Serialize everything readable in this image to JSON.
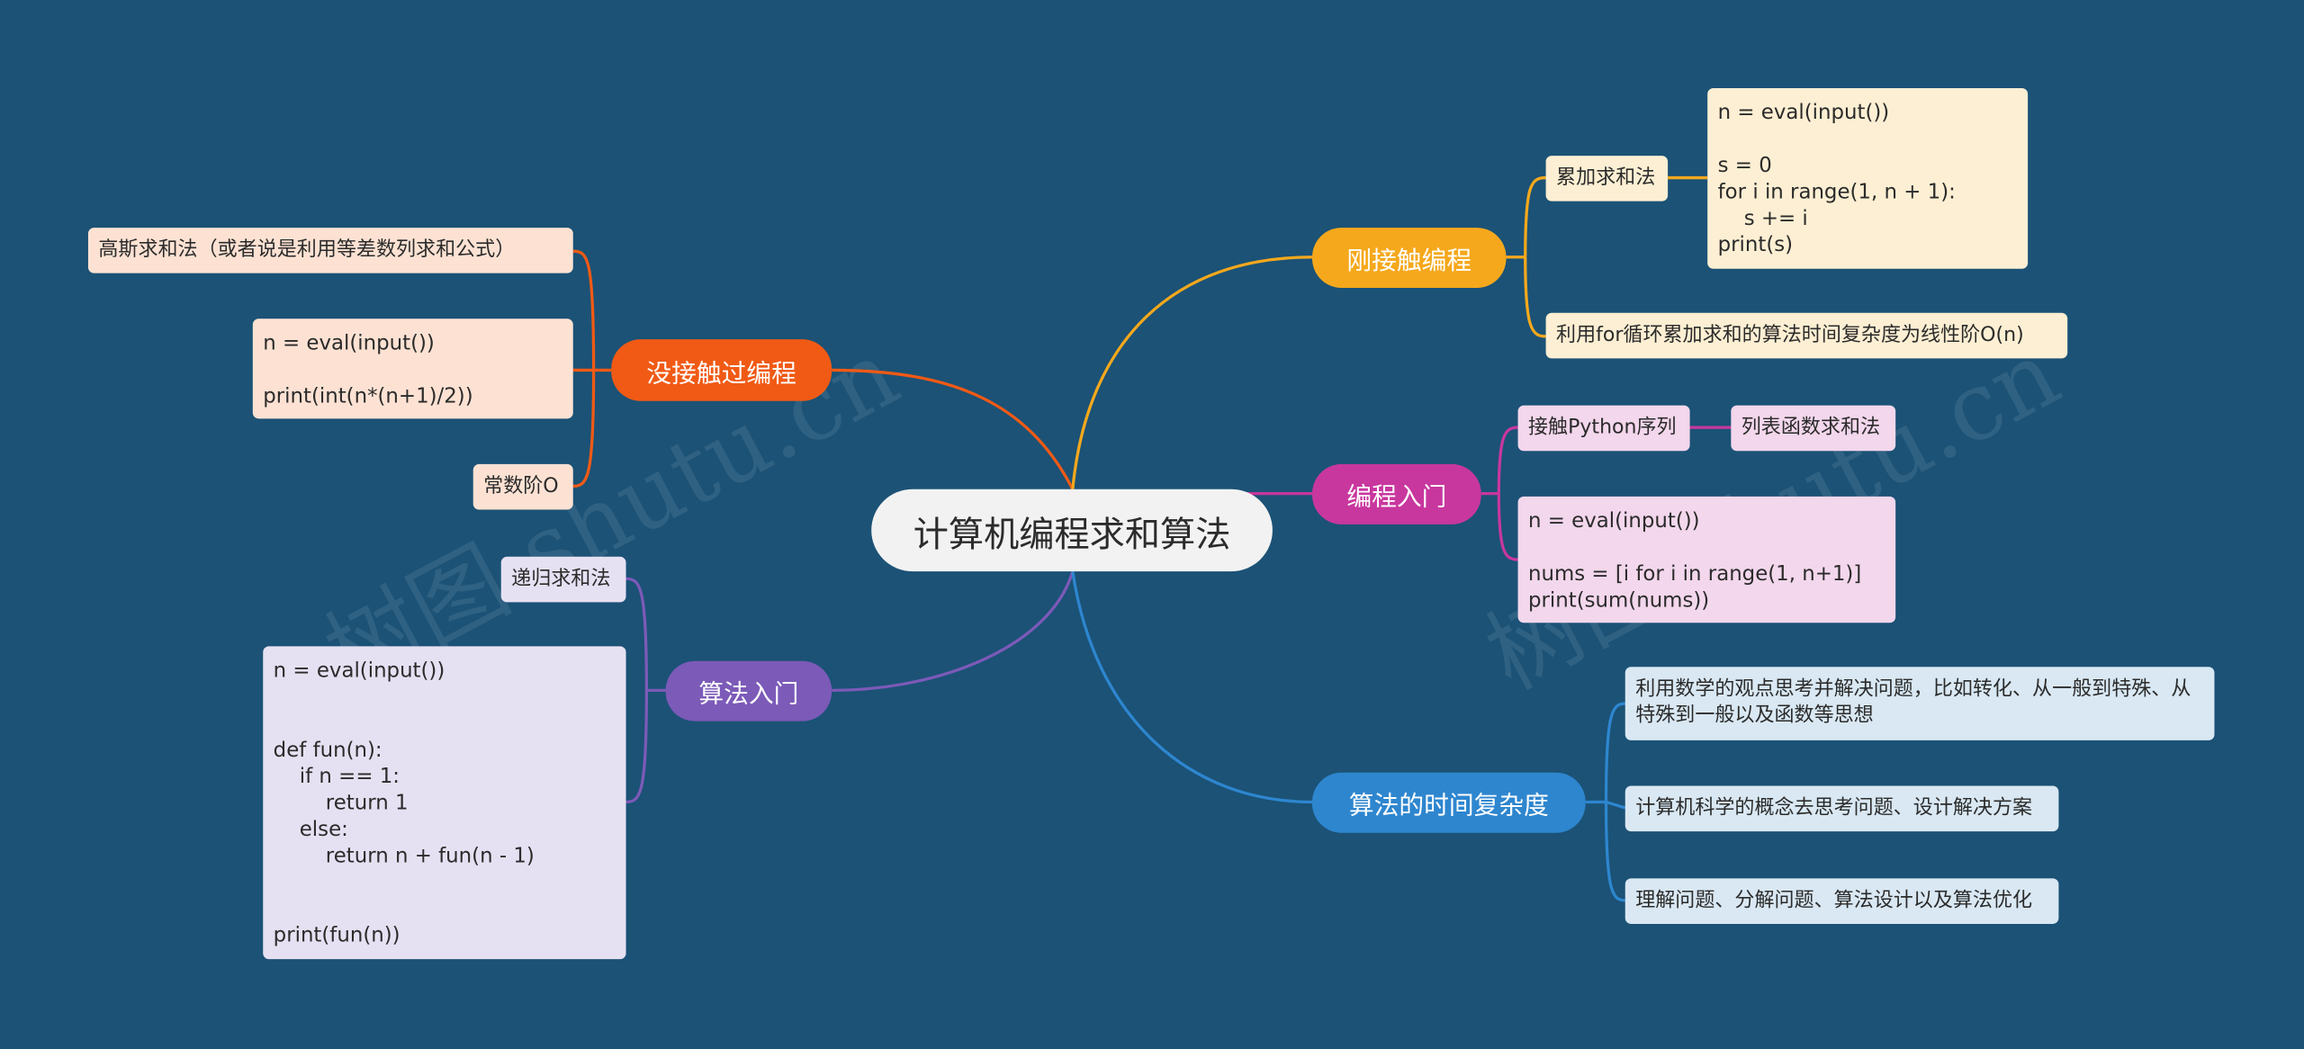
{
  "central": "计算机编程求和算法",
  "watermark": "树图 shutu.cn",
  "colors": {
    "background": "#1b5276",
    "orange": "#f05a15",
    "yellow": "#f5a81c",
    "pink": "#c8379e",
    "purple": "#7c5ab8",
    "blue": "#2e86cf"
  },
  "branches": {
    "no_programming": {
      "label": "没接触过编程",
      "leaves": [
        "高斯求和法（或者说是利用等差数列求和公式）",
        "n = eval(input())\n\nprint(int(n*(n+1)/2))",
        "常数阶O"
      ]
    },
    "algorithm_intro": {
      "label": "算法入门",
      "leaves": [
        "递归求和法",
        "n = eval(input())\n\n\ndef fun(n):\n    if n == 1:\n        return 1\n    else:\n        return n + fun(n - 1)\n\n\nprint(fun(n))"
      ]
    },
    "new_programming": {
      "label": "刚接触编程",
      "leaves": [
        "累加求和法",
        "n = eval(input())\n\ns = 0\nfor i in range(1, n + 1):\n    s += i\nprint(s)",
        "利用for循环累加求和的算法时间复杂度为线性阶O(n)"
      ]
    },
    "programming_intro": {
      "label": "编程入门",
      "leaves": [
        "接触Python序列",
        "列表函数求和法",
        "n = eval(input())\n\nnums = [i for i in range(1, n+1)]\nprint(sum(nums))"
      ]
    },
    "time_complexity": {
      "label": "算法的时间复杂度",
      "leaves": [
        "利用数学的观点思考并解决问题，比如转化、从一般到特殊、从特殊到一般以及函数等思想",
        "计算机科学的概念去思考问题、设计解决方案",
        "理解问题、分解问题、算法设计以及算法优化"
      ]
    }
  }
}
